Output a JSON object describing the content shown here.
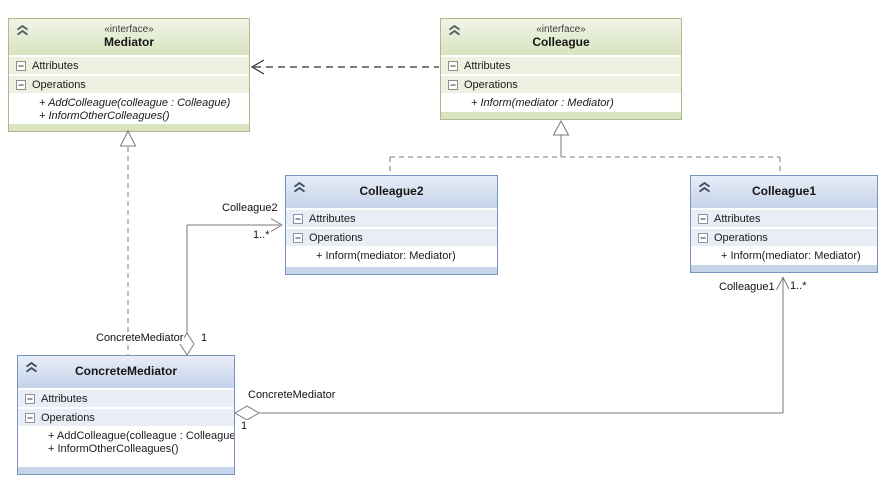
{
  "labels": {
    "attributes": "Attributes",
    "operations": "Operations"
  },
  "classes": {
    "mediator": {
      "stereotype": "«interface»",
      "name": "Mediator",
      "ops": [
        "+ AddColleague(colleague : Colleague)",
        "+ InformOtherColleagues()"
      ]
    },
    "colleague": {
      "stereotype": "«interface»",
      "name": "Colleague",
      "ops": [
        "+ Inform(mediator : Mediator)"
      ]
    },
    "colleague2": {
      "name": "Colleague2",
      "ops": [
        "+ Inform(mediator: Mediator)"
      ]
    },
    "colleague1": {
      "name": "Colleague1",
      "ops": [
        "+ Inform(mediator: Mediator)"
      ]
    },
    "concrete_mediator": {
      "name": "ConcreteMediator",
      "ops": [
        "+ AddColleague(colleague : Colleague)",
        "+ InformOtherColleagues()"
      ]
    }
  },
  "connectors": {
    "colleague2_assoc": {
      "target_role": "Colleague2",
      "target_multiplicity": "1..*",
      "source_role": "ConcreteMediator",
      "source_multiplicity": "1"
    },
    "colleague1_assoc": {
      "target_role": "Colleague1",
      "target_multiplicity": "1..*",
      "source_role": "ConcreteMediator",
      "source_multiplicity": "1"
    }
  },
  "colors": {
    "interface_border": "#b3b78c",
    "interface_header": "#d8e3bf",
    "interface_row": "#eef1e2",
    "class_border": "#7b93c0",
    "class_header": "#c4d2ea",
    "class_row": "#e9edf5",
    "connector_gray": "#7a7a7a",
    "dependency_dark": "#333333"
  }
}
